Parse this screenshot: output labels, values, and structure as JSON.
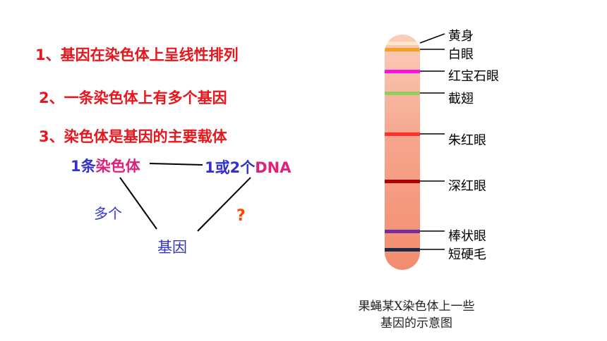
{
  "statements": [
    "1、基因在染色体上呈线性排列",
    "2、一条染色体上有多个基因",
    "3、染色体是基因的主要载体"
  ],
  "relation": {
    "chromosome_num": "1条",
    "chromosome_word": "染色体",
    "dna_num": "1或2个",
    "dna_word": "DNA",
    "gene": "基因",
    "many": "多个",
    "question": "?"
  },
  "chromosome": {
    "genes": [
      {
        "name": "黄身",
        "color": "#fde7c8"
      },
      {
        "name": "白眼",
        "color": "#f2a11e"
      },
      {
        "name": "红宝石眼",
        "color": "#ff10e0"
      },
      {
        "name": "截翅",
        "color": "#8fce5b"
      },
      {
        "name": "朱红眼",
        "color": "#ff3030"
      },
      {
        "name": "深红眼",
        "color": "#b00000"
      },
      {
        "name": "棒状眼",
        "color": "#7030a0"
      },
      {
        "name": "短硬毛",
        "color": "#1a2e4a"
      }
    ],
    "caption_line1": "果蝇某X染色体上一些",
    "caption_line2": "基因的示意图"
  }
}
